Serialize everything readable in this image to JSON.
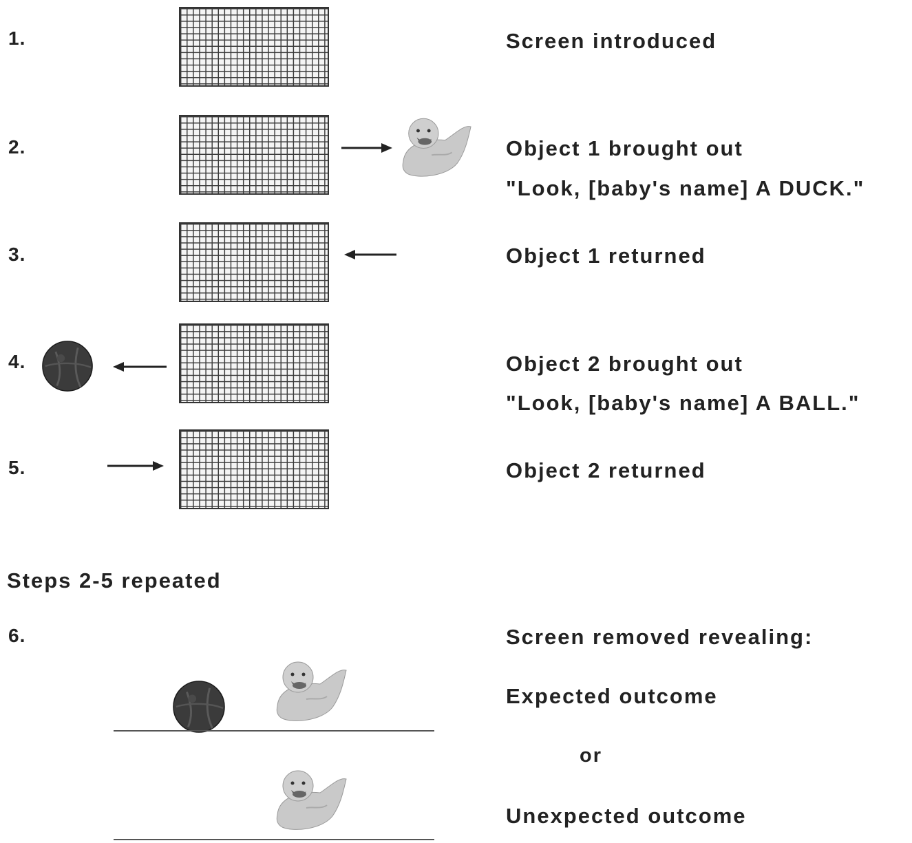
{
  "steps": [
    {
      "number": "1.",
      "lines": [
        "Screen introduced"
      ]
    },
    {
      "number": "2.",
      "lines": [
        "Object 1 brought out",
        "\"Look, [baby's name] A DUCK.\""
      ]
    },
    {
      "number": "3.",
      "lines": [
        "Object 1 returned"
      ]
    },
    {
      "number": "4.",
      "lines": [
        "Object 2 brought out",
        "\"Look, [baby's name] A BALL.\""
      ]
    },
    {
      "number": "5.",
      "lines": [
        "Object 2 returned"
      ]
    }
  ],
  "repeat_note": "Steps 2-5 repeated",
  "final_step": {
    "number": "6.",
    "heading": "Screen removed revealing:",
    "expected": "Expected outcome",
    "or": "or",
    "unexpected": "Unexpected outcome"
  },
  "objects": {
    "object_1": "duck",
    "object_2": "ball"
  },
  "icons": [
    "arrow-right-icon",
    "arrow-left-icon",
    "duck-icon",
    "ball-icon"
  ],
  "colors": {
    "screen_grid": "#3a3a3a",
    "duck": "#c9c9c9",
    "ball": "#3b3b3b",
    "text": "#222222"
  }
}
